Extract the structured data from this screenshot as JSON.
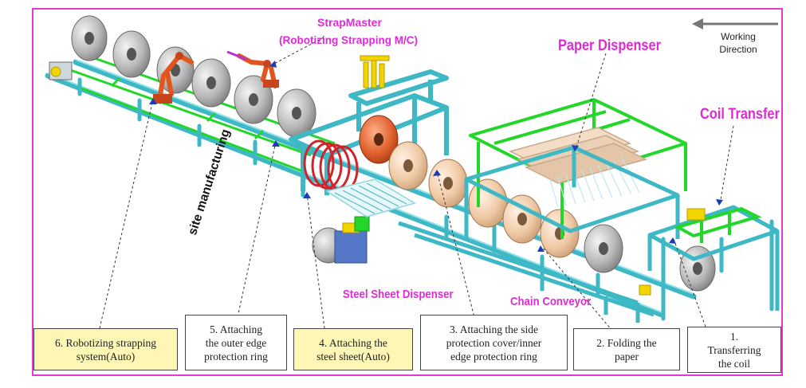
{
  "titles": {
    "strapmaster": "StrapMaster",
    "strapmaster_sub": "(Robotizing Strapping M/C)",
    "paper_dispenser": "Paper Dispenser",
    "coil_transfer": "Coil Transfer",
    "steel_sheet_dispenser": "Steel Sheet Dispenser",
    "chain_conveyor": "Chain Conveyor",
    "site_manufacturing": "site manufacturing",
    "working_direction_line1": "Working",
    "working_direction_line2": "Direction"
  },
  "steps": [
    {
      "line1": "6. Robotizing strapping",
      "line2": "system(Auto)",
      "line3": "",
      "highlight": true
    },
    {
      "line1": "5. Attaching",
      "line2": "the outer edge",
      "line3": "protection ring",
      "highlight": false
    },
    {
      "line1": "4. Attaching the",
      "line2": "steel sheet(Auto)",
      "line3": "",
      "highlight": true
    },
    {
      "line1": "3. Attaching the side",
      "line2": "protection cover/inner",
      "line3": "edge protection ring",
      "highlight": false
    },
    {
      "line1": "2. Folding the",
      "line2": "paper",
      "line3": "",
      "highlight": false
    },
    {
      "line1": "1.",
      "line2": "Transferring",
      "line3": "the coil",
      "highlight": false
    }
  ],
  "colors": {
    "frame": "#e23ad7",
    "magenta_label": "#e02ad6",
    "cyan_label": "#0ea5d6",
    "steel_blue": "#3fb8c6",
    "green_frame": "#22d62a",
    "robot_orange": "#e0561e",
    "coil_gray": "#b5b5b5",
    "coil_tan": "#f2cfae",
    "highlight_box": "#fdf6b4"
  }
}
